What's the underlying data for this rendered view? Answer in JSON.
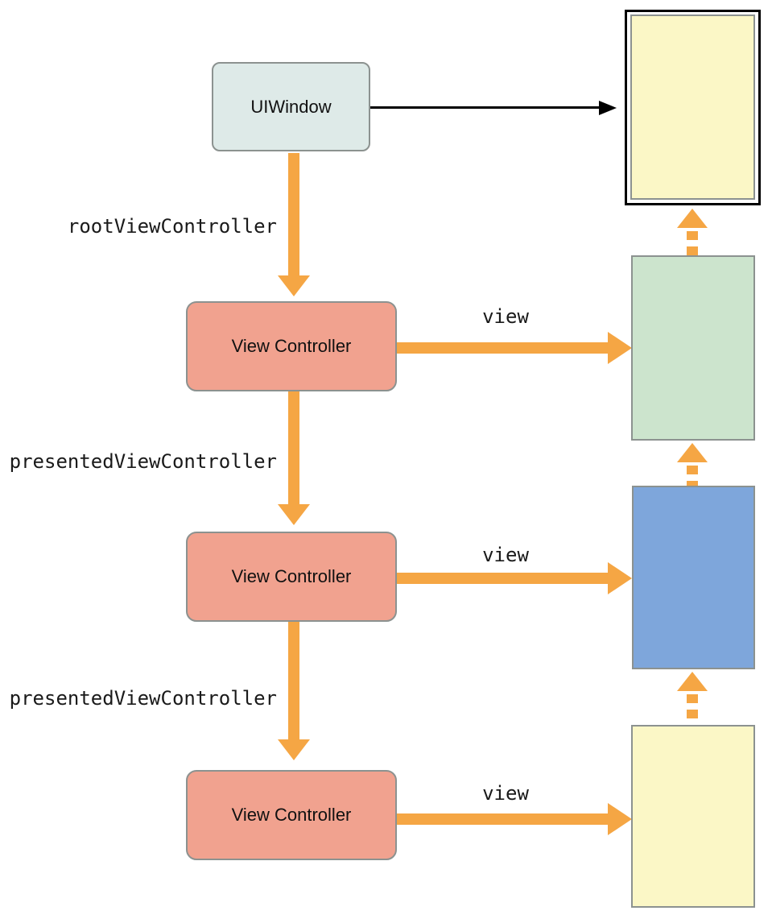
{
  "colors": {
    "orange": "#F5A644",
    "black": "#000000",
    "window-fill": "#DEEAE8",
    "controller-fill": "#F1A28F",
    "green-view": "#CCE4CD",
    "blue-view": "#7EA6DB",
    "yellow-view": "#FBF7C6",
    "border-gray": "#8C9290"
  },
  "nodes": {
    "uiwindow": {
      "label": "UIWindow"
    },
    "view_controller_1": {
      "label": "View Controller"
    },
    "view_controller_2": {
      "label": "View Controller"
    },
    "view_controller_3": {
      "label": "View Controller"
    }
  },
  "edges": {
    "root": {
      "label": "rootViewController"
    },
    "presented_1": {
      "label": "presentedViewController"
    },
    "presented_2": {
      "label": "presentedViewController"
    },
    "view_1": {
      "label": "view"
    },
    "view_2": {
      "label": "view"
    },
    "view_3": {
      "label": "view"
    }
  },
  "screens": {
    "window_screen": {
      "fill": "yellow",
      "framed": true
    },
    "screen_1": {
      "fill": "green"
    },
    "screen_2": {
      "fill": "blue"
    },
    "screen_3": {
      "fill": "yellow"
    }
  }
}
